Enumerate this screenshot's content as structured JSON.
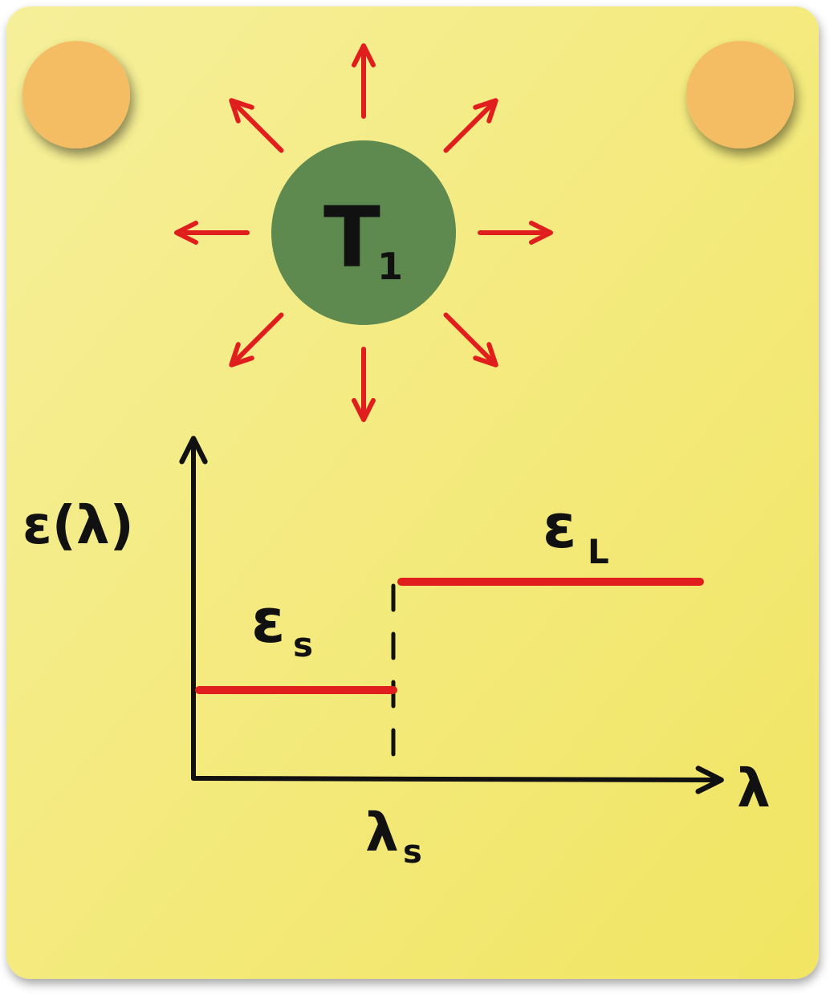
{
  "colors": {
    "card_light": "#f6ef9a",
    "card_dark": "#f1e562",
    "pin": "#f5bd63",
    "body": "#5f8a4f",
    "ray": "#e11e1e",
    "ink": "#111111"
  },
  "body_label": {
    "main": "T",
    "sub": "1"
  },
  "ray_count": 8,
  "icons": [
    "pin-left",
    "pin-right"
  ],
  "chart_data": {
    "type": "step",
    "y_axis_label": "ε(λ)",
    "x_axis_label": "λ",
    "threshold_label": {
      "main": "λ",
      "sub": "s"
    },
    "segments": [
      {
        "name_main": "ε",
        "name_sub": "s",
        "from": "0",
        "to": "λs",
        "level": "low"
      },
      {
        "name_main": "ε",
        "name_sub": "L",
        "from": "λs",
        "to": "∞",
        "level": "high"
      }
    ],
    "threshold_line": "dashed"
  }
}
